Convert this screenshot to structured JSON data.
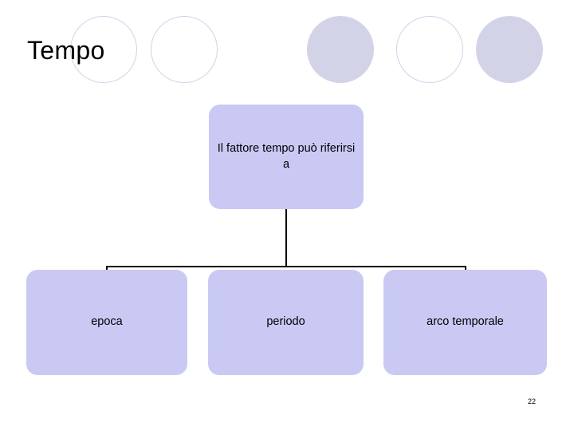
{
  "slide": {
    "title": "Tempo",
    "page_number": "22",
    "colors": {
      "box_fill": "#c9c9f4",
      "circle_fill": "#d3d3e8",
      "circle_outline": "#d2d2e8",
      "connector": "#000000",
      "text": "#000000",
      "background": "#ffffff"
    },
    "decorations": [
      {
        "name": "circle-outline-1",
        "style": "outline"
      },
      {
        "name": "circle-outline-2",
        "style": "outline"
      },
      {
        "name": "circle-filled-1",
        "style": "filled"
      },
      {
        "name": "circle-outline-3",
        "style": "outline"
      },
      {
        "name": "circle-filled-2",
        "style": "filled"
      }
    ],
    "diagram": {
      "type": "tree",
      "root": {
        "label": "Il fattore tempo può riferirsi a"
      },
      "children": [
        {
          "label": "epoca"
        },
        {
          "label": "periodo"
        },
        {
          "label": "arco temporale"
        }
      ]
    }
  }
}
